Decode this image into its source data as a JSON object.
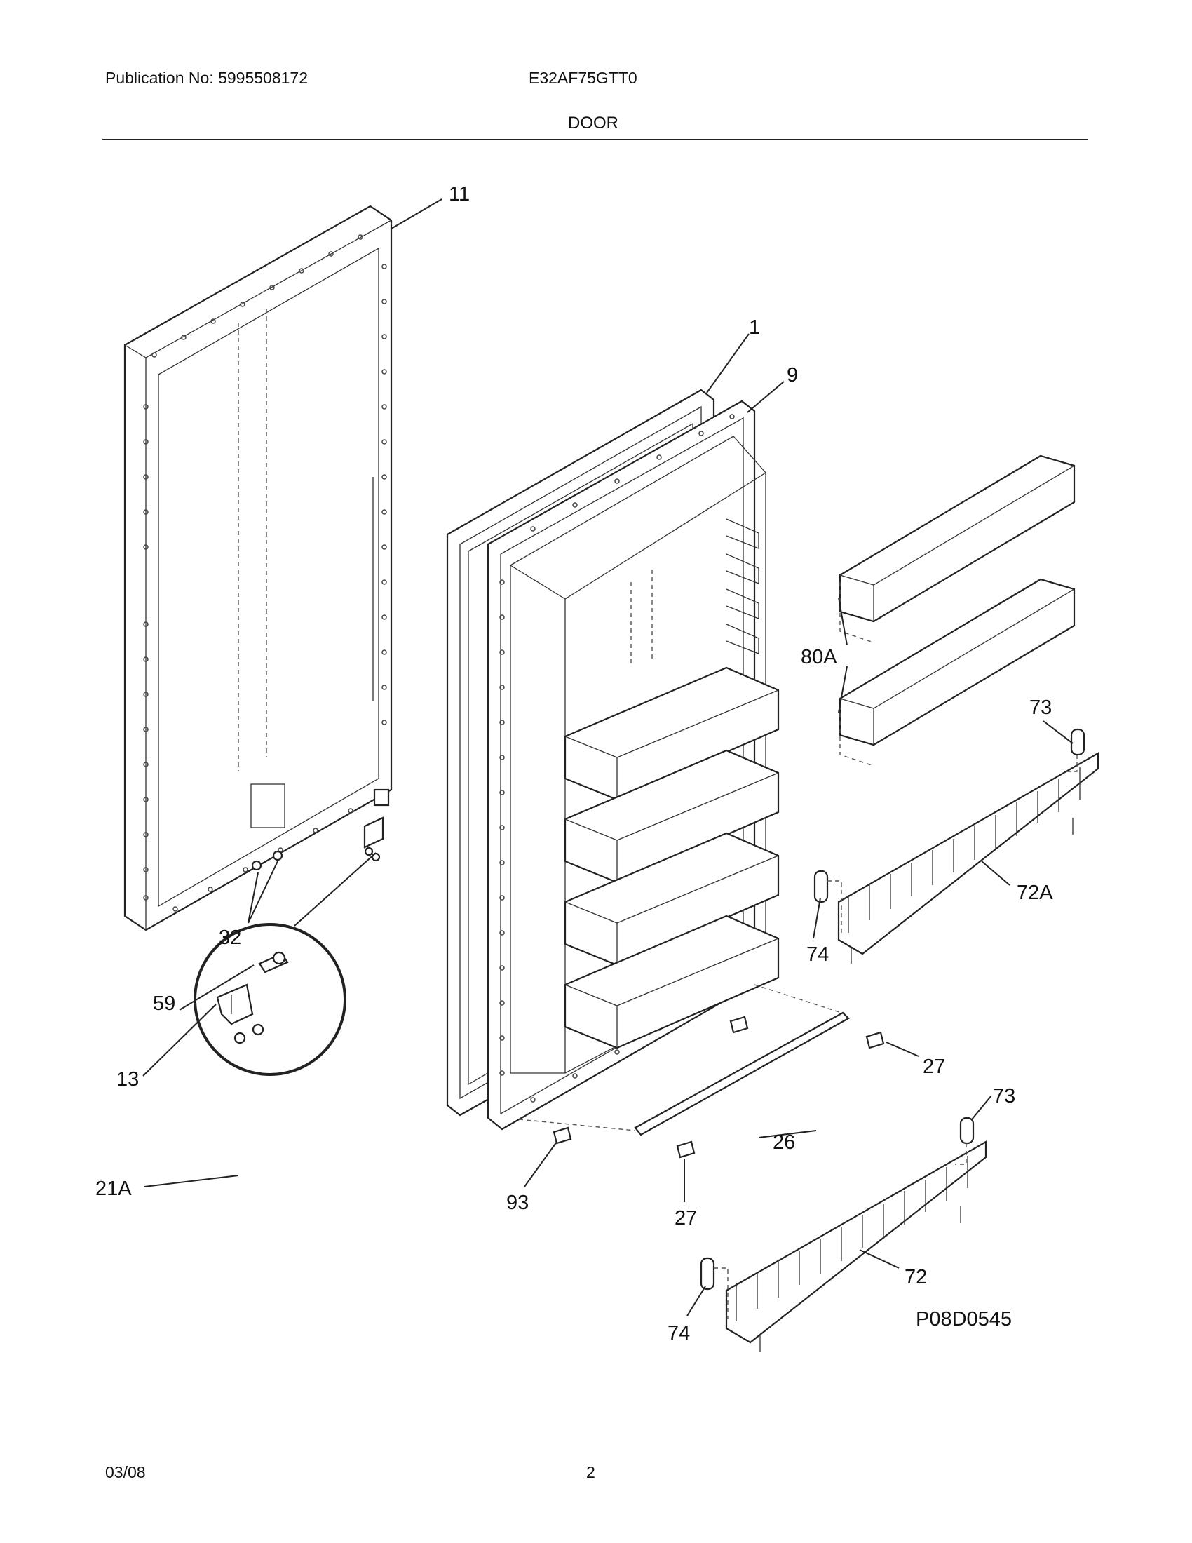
{
  "header": {
    "publication": "Publication No: 5995508172",
    "model": "E32AF75GTT0",
    "section_title": "DOOR"
  },
  "footer": {
    "date": "03/08",
    "page": "2"
  },
  "diagram": {
    "drawing_code": "P08D0545",
    "callouts": {
      "c11": "11",
      "c1": "1",
      "c9": "9",
      "c80A": "80A",
      "c73a": "73",
      "c72A": "72A",
      "c74a": "74",
      "c32": "32",
      "c59": "59",
      "c13": "13",
      "c21A": "21A",
      "c27a": "27",
      "c26": "26",
      "c73b": "73",
      "c93": "93",
      "c27b": "27",
      "c72": "72",
      "c74b": "74"
    }
  }
}
